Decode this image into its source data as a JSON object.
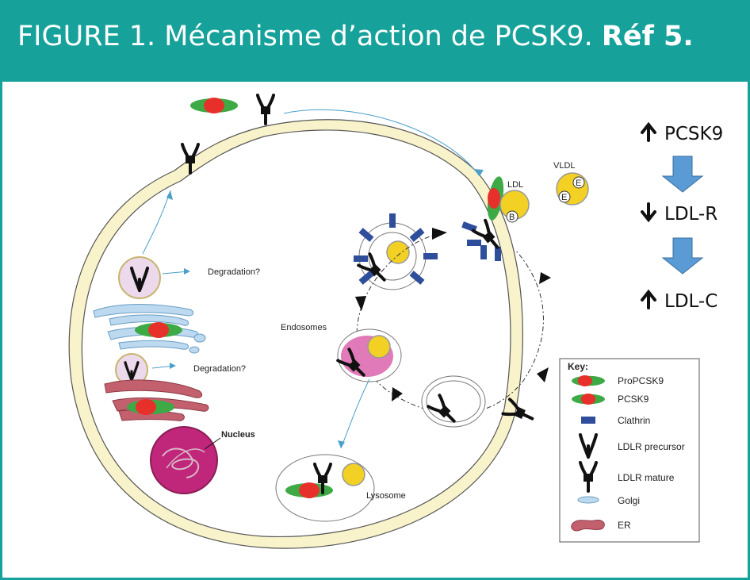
{
  "banner": {
    "title_main": "FIGURE 1. Mécanisme d’action de PCSK9. ",
    "title_ref": "Réf 5.",
    "color": "#16a19b"
  },
  "diagram": {
    "labels": {
      "degradation": "Degradation?",
      "endosomes": "Endosomes",
      "nucleus": "Nucleus",
      "lysosome": "Lysosome",
      "ldl": "LDL",
      "vldl": "VLDL",
      "apo_b": "B",
      "apo_e": "E"
    }
  },
  "cascade": {
    "step1": "PCSK9",
    "step2": "LDL-R",
    "step3": "LDL-C",
    "arrow_color": "#5b9bd5"
  },
  "key": {
    "title": "Key:",
    "items": [
      "ProPCSK9",
      "PCSK9",
      "Clathrin",
      "LDLR precursor",
      "LDLR mature",
      "Golgi",
      "ER"
    ]
  },
  "colors": {
    "membrane": "#f9f3cc",
    "ldl": "#f2d024",
    "pcsk9_red": "#e8302a",
    "pcsk9_green": "#3daa45",
    "clathrin": "#2e4d9b",
    "golgi": "#bcd9ef",
    "er": "#c2606e",
    "endosome": "#e17ab8",
    "nucleus": "#c0267a"
  }
}
